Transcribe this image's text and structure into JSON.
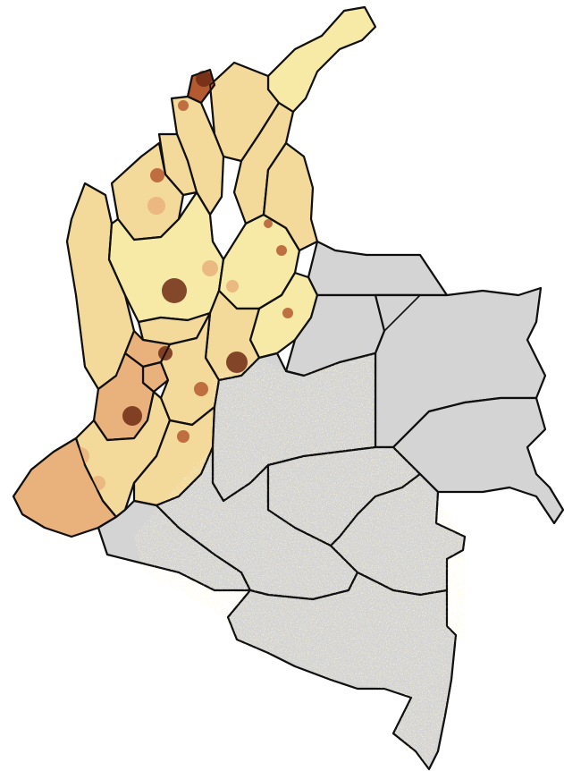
{
  "map": {
    "legend_visible": false,
    "background": "#ffffff",
    "colors": {
      "no_data": "#d4d4d4",
      "low": "#f6eaa6",
      "light": "#f3d99a",
      "medium": "#e9b27d",
      "high": "#b45a30",
      "very_high": "#6e2a14",
      "border": "#000000"
    },
    "regions": [
      {
        "id": "la-guajira",
        "level": "low"
      },
      {
        "id": "magdalena",
        "level": "light"
      },
      {
        "id": "atlantico",
        "level": "high"
      },
      {
        "id": "bolivar",
        "level": "light"
      },
      {
        "id": "cesar",
        "level": "light"
      },
      {
        "id": "sucre",
        "level": "light"
      },
      {
        "id": "cordoba",
        "level": "light"
      },
      {
        "id": "antioquia",
        "level": "low"
      },
      {
        "id": "choco",
        "level": "light"
      },
      {
        "id": "santander",
        "level": "low"
      },
      {
        "id": "norte-de-santander",
        "level": "light"
      },
      {
        "id": "boyaca",
        "level": "low"
      },
      {
        "id": "arauca",
        "level": "no_data"
      },
      {
        "id": "casanare",
        "level": "no_data"
      },
      {
        "id": "vichada",
        "level": "no_data"
      },
      {
        "id": "meta",
        "level": "no_data"
      },
      {
        "id": "cundinamarca",
        "level": "light"
      },
      {
        "id": "caldas",
        "level": "light"
      },
      {
        "id": "risaralda",
        "level": "medium"
      },
      {
        "id": "quindio",
        "level": "medium"
      },
      {
        "id": "tolima",
        "level": "light"
      },
      {
        "id": "valle-del-cauca",
        "level": "medium"
      },
      {
        "id": "cauca",
        "level": "light"
      },
      {
        "id": "narino",
        "level": "medium"
      },
      {
        "id": "huila",
        "level": "light"
      },
      {
        "id": "putumayo",
        "level": "no_data"
      },
      {
        "id": "caqueta",
        "level": "no_data"
      },
      {
        "id": "guaviare",
        "level": "no_data"
      },
      {
        "id": "guainia",
        "level": "no_data"
      },
      {
        "id": "vaupes",
        "level": "no_data"
      },
      {
        "id": "amazonas",
        "level": "no_data"
      }
    ]
  }
}
